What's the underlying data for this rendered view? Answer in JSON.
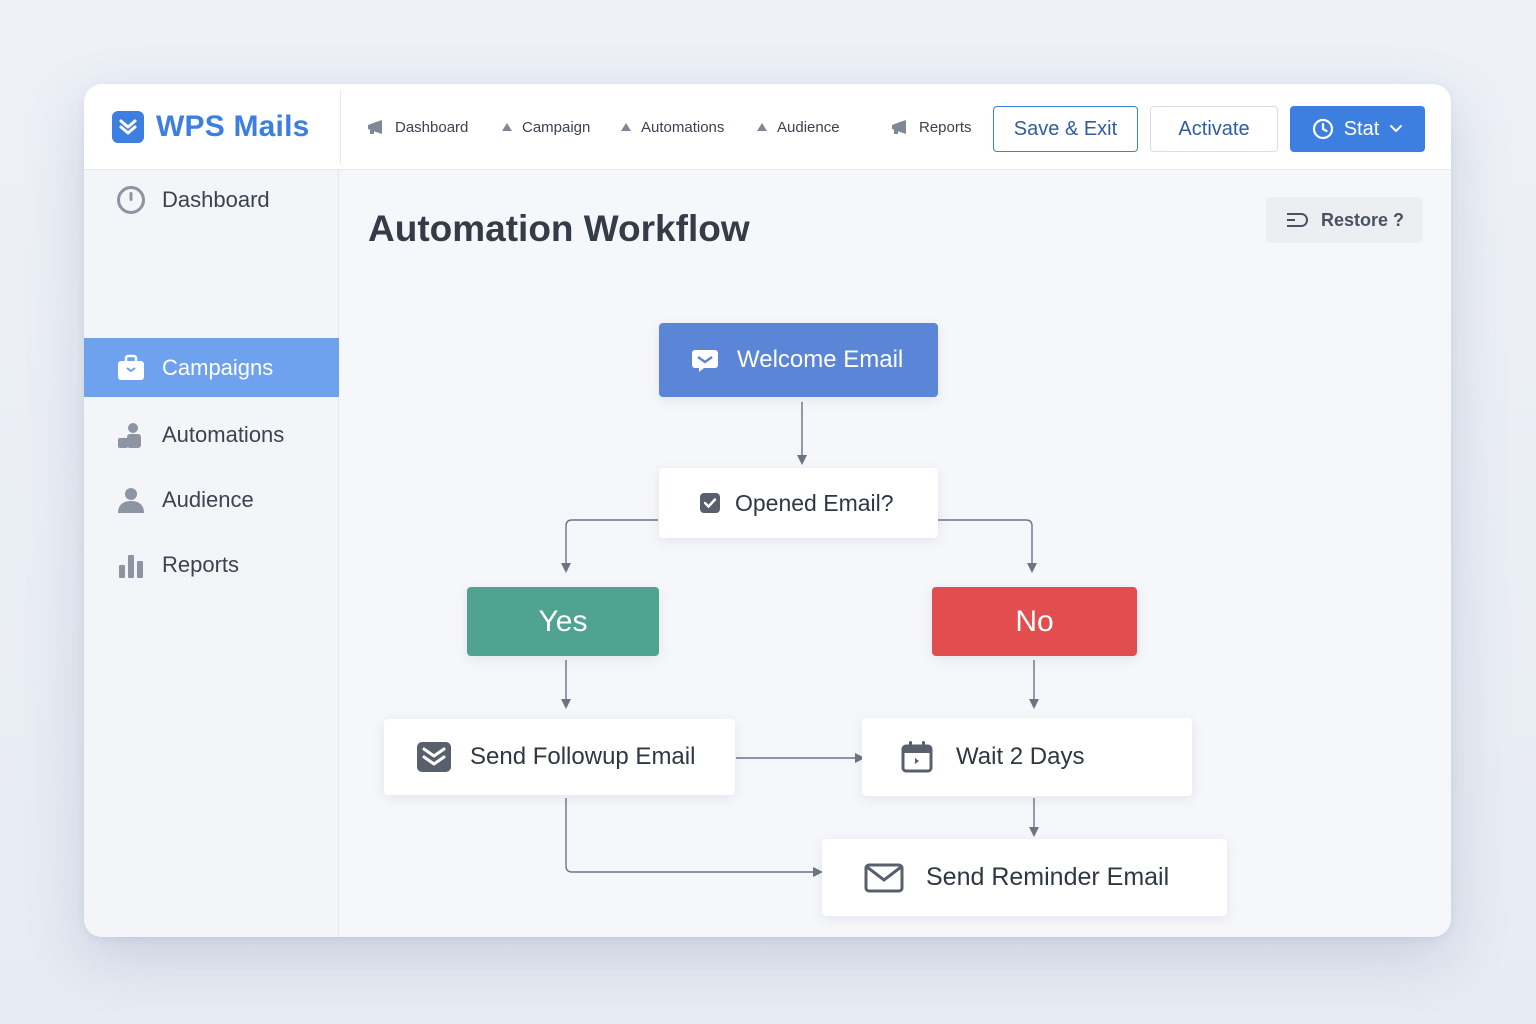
{
  "app": {
    "brand": "WPS Mails"
  },
  "topnav": {
    "items": [
      {
        "label": "Dashboard",
        "icon": "megaphone-icon"
      },
      {
        "label": "Campaign",
        "icon": "triangle-icon"
      },
      {
        "label": "Automations",
        "icon": "triangle-icon"
      },
      {
        "label": "Audience",
        "icon": "triangle-icon"
      },
      {
        "label": "Reports",
        "icon": "megaphone-icon"
      }
    ],
    "save_exit": "Save & Exit",
    "activate": "Activate",
    "stat": "Stat"
  },
  "sidebar": {
    "items": [
      {
        "label": "Dashboard",
        "icon": "clock-icon",
        "active": false
      },
      {
        "label": "Campaigns",
        "icon": "briefcase-icon",
        "active": true
      },
      {
        "label": "Automations",
        "icon": "users-icon",
        "active": false
      },
      {
        "label": "Audience",
        "icon": "user-icon",
        "active": false
      },
      {
        "label": "Reports",
        "icon": "bar-chart-icon",
        "active": false
      }
    ]
  },
  "main": {
    "title": "Automation Workflow",
    "restore": "Restore ?"
  },
  "workflow": {
    "welcome": "Welcome Email",
    "condition": "Opened Email?",
    "yes": "Yes",
    "no": "No",
    "followup": "Send Followup Email",
    "wait": "Wait 2 Days",
    "reminder": "Send Reminder Email"
  },
  "colors": {
    "accent": "#3d7fe0",
    "active_sidebar": "#6ea1ee",
    "welcome_node": "#5b85d6",
    "yes_node": "#4fa390",
    "no_node": "#e24e4e"
  }
}
